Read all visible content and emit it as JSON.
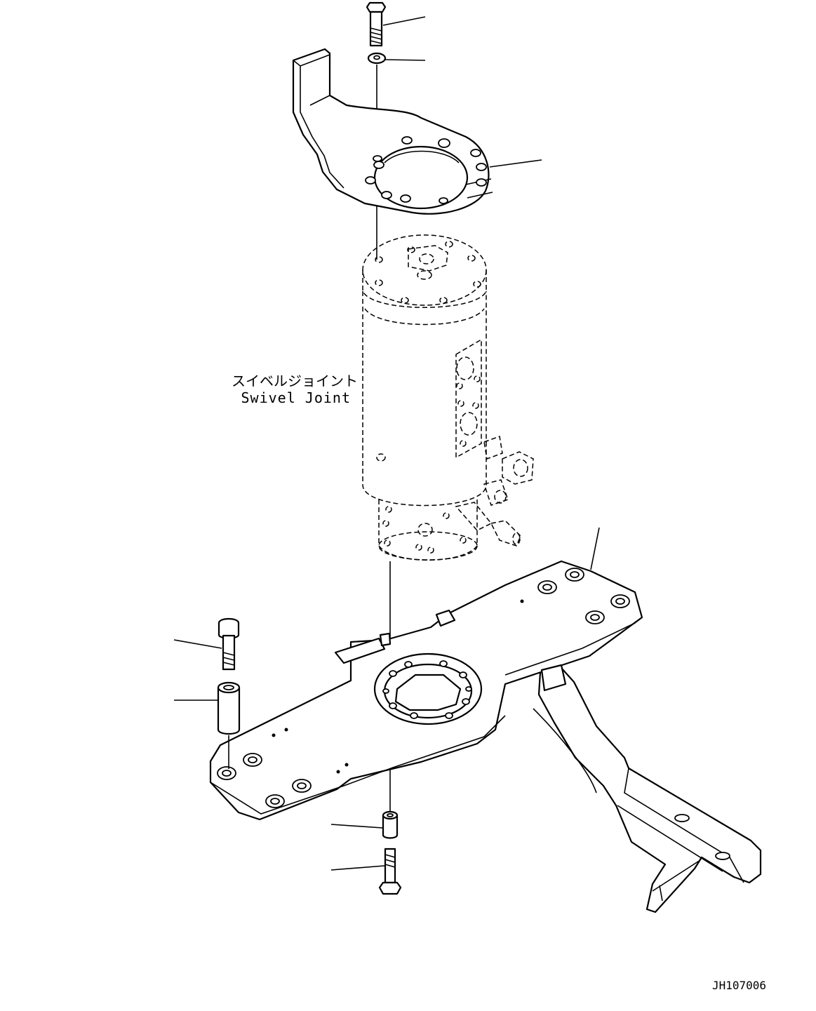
{
  "diagram": {
    "part_label_jp": "スイベルジョイント",
    "part_label_en": "Swivel Joint",
    "drawing_number": "JH107006",
    "colors": {
      "line": "#000000",
      "background": "#ffffff"
    }
  }
}
